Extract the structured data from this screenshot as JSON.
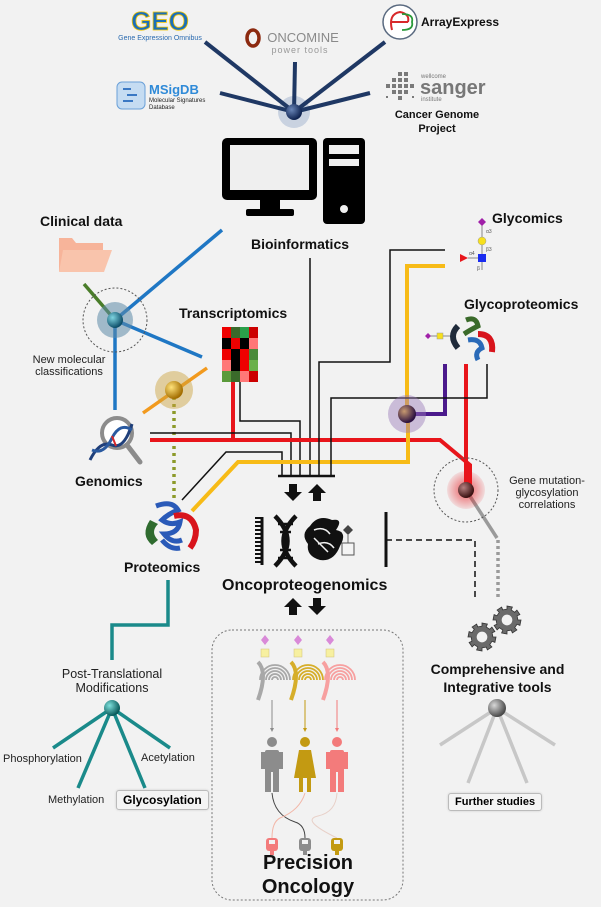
{
  "databases": {
    "geo": {
      "logo": "GEO",
      "subtitle": "Gene Expression Omnibus"
    },
    "oncomine": {
      "logo": "ONCOMINE",
      "subtitle": "power tools"
    },
    "arrayexpress": {
      "logo": "AE",
      "name": "ArrayExpress"
    },
    "msigdb": {
      "name": "MSigDB",
      "subtitle_line1": "Molecular Signatures",
      "subtitle_line2": "Database"
    },
    "sanger": {
      "top": "wellcome",
      "name": "sanger",
      "bottom": "institute",
      "caption_line1": "Cancer Genome",
      "caption_line2": "Project"
    }
  },
  "nodes": {
    "bioinformatics": "Bioinformatics",
    "clinical_data": "Clinical data",
    "new_molecular_line1": "New molecular",
    "new_molecular_line2": "classifications",
    "transcriptomics": "Transcriptomics",
    "glycomics": "Glycomics",
    "glycoproteomics": "Glycoproteomics",
    "genomics": "Genomics",
    "proteomics": "Proteomics",
    "gene_mutation_line1": "Gene mutation-",
    "gene_mutation_line2": "glycosylation",
    "gene_mutation_line3": "correlations",
    "oncoproteogenomics": "Oncoproteogenomics",
    "ptm_line1": "Post-Translational",
    "ptm_line2": "Modifications",
    "phosphorylation": "Phosphorylation",
    "acetylation": "Acetylation",
    "methylation": "Methylation",
    "glycosylation": "Glycosylation",
    "tools_line1": "Comprehensive and",
    "tools_line2": "Integrative tools",
    "further_studies": "Further studies",
    "precision_line1": "Precision",
    "precision_line2": "Oncology"
  },
  "glycan_labels": {
    "a3_top": "α3",
    "b3": "β3",
    "a4": "α4",
    "b": "β"
  },
  "colors": {
    "navy": "#1f3864",
    "blue": "#1f77c4",
    "red": "#e8151b",
    "yellow": "#f7bb17",
    "purple": "#4b1a8c",
    "teal": "#1a8a8a",
    "olive": "#8c9a2a",
    "gray": "#9a9a9a",
    "salmon": "#f7b49a",
    "patient_gray": "#8c8c8c",
    "patient_gold": "#c39a12",
    "patient_pink": "#f37b7b"
  }
}
